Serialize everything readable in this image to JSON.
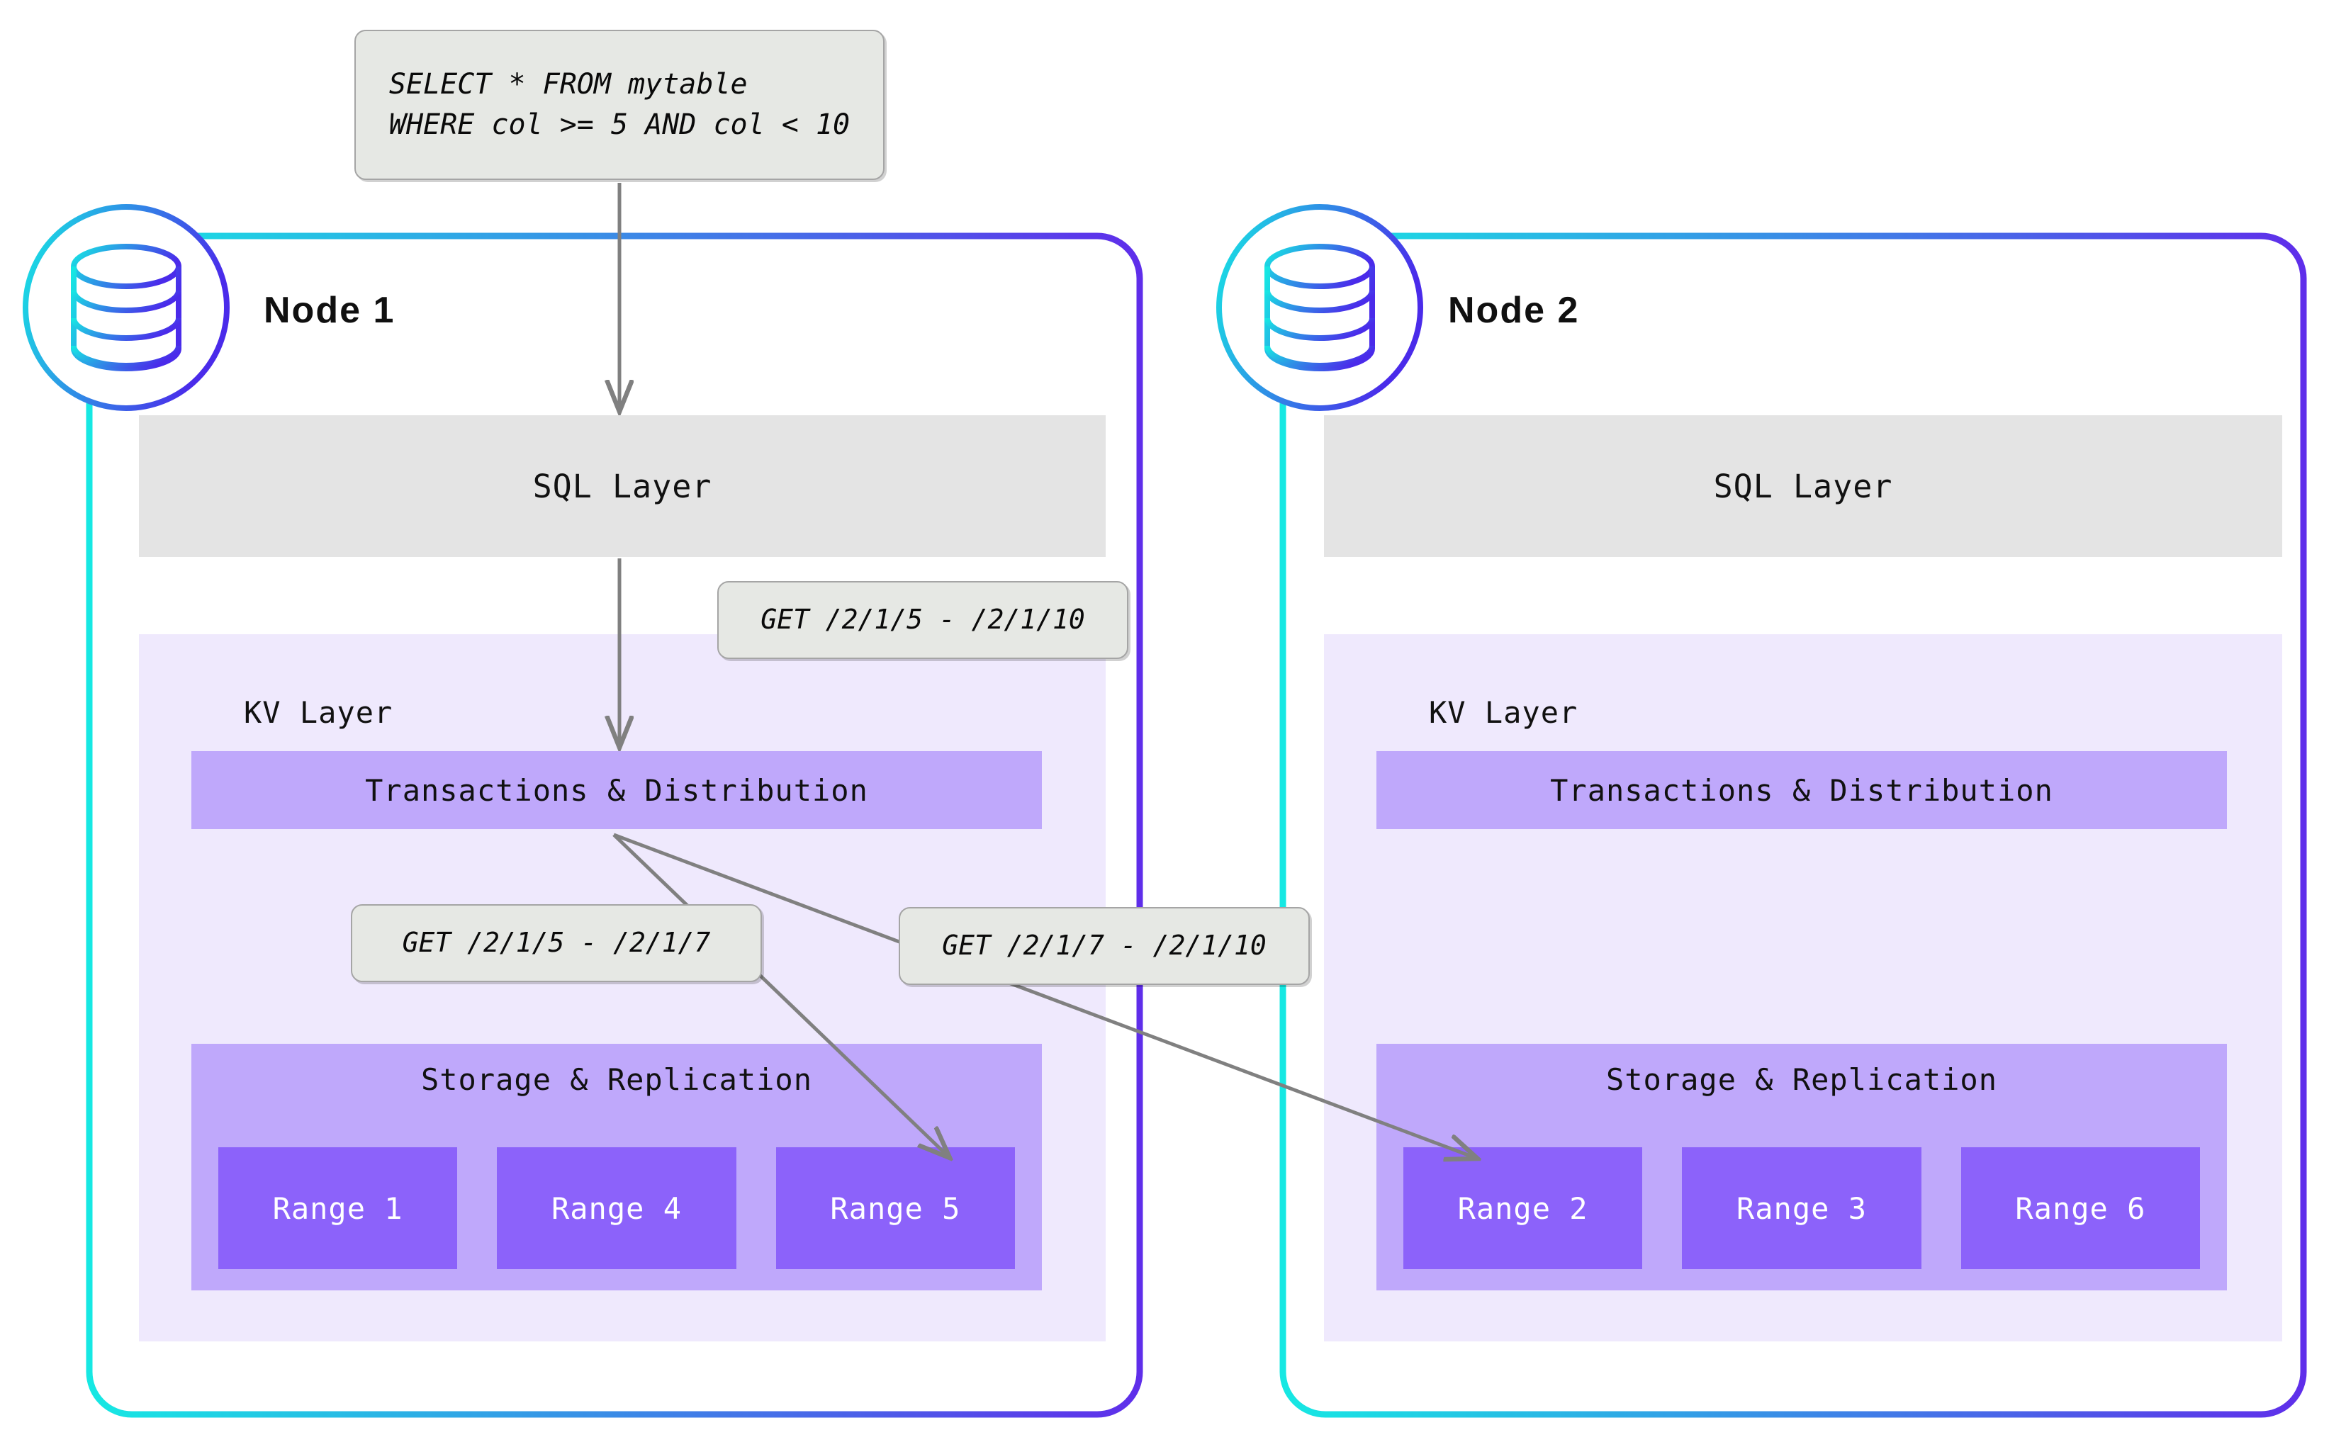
{
  "diagram": {
    "title": "CockroachDB distributed query execution across nodes",
    "colors": {
      "node_border_start": "#16e8e3",
      "node_border_end": "#5f2eea",
      "kv_layer_bg": "#efe9fd",
      "sql_layer_bg": "#e4e4e4",
      "layer_bar_bg": "#bfa8fb",
      "range_bg": "#8c62fa",
      "note_bg": "#e6e8e4",
      "note_border": "#a5a5a5",
      "arrow": "#808080",
      "text": "#111111",
      "range_text": "#ffffff"
    }
  },
  "query_note": {
    "icon": "sql-query-icon",
    "text": "SELECT * FROM mytable\nWHERE col >= 5 AND col < 10"
  },
  "kv_notes": [
    {
      "id": "get-5-10",
      "text": "GET /2/1/5 - /2/1/10"
    },
    {
      "id": "get-5-7",
      "text": "GET /2/1/5 - /2/1/7"
    },
    {
      "id": "get-7-10",
      "text": "GET /2/1/7 - /2/1/10"
    }
  ],
  "nodes": [
    {
      "id": "node-1",
      "title": "Node 1",
      "icon": "database-icon",
      "sql_layer": {
        "label": "SQL Layer"
      },
      "kv_layer": {
        "label": "KV Layer",
        "transactions": {
          "label": "Transactions & Distribution"
        },
        "storage": {
          "label": "Storage & Replication",
          "ranges": [
            {
              "label": "Range 1"
            },
            {
              "label": "Range 4"
            },
            {
              "label": "Range 5"
            }
          ]
        }
      }
    },
    {
      "id": "node-2",
      "title": "Node 2",
      "icon": "database-icon",
      "sql_layer": {
        "label": "SQL Layer"
      },
      "kv_layer": {
        "label": "KV Layer",
        "transactions": {
          "label": "Transactions & Distribution"
        },
        "storage": {
          "label": "Storage & Replication",
          "ranges": [
            {
              "label": "Range 2"
            },
            {
              "label": "Range 3"
            },
            {
              "label": "Range 6"
            }
          ]
        }
      }
    }
  ]
}
